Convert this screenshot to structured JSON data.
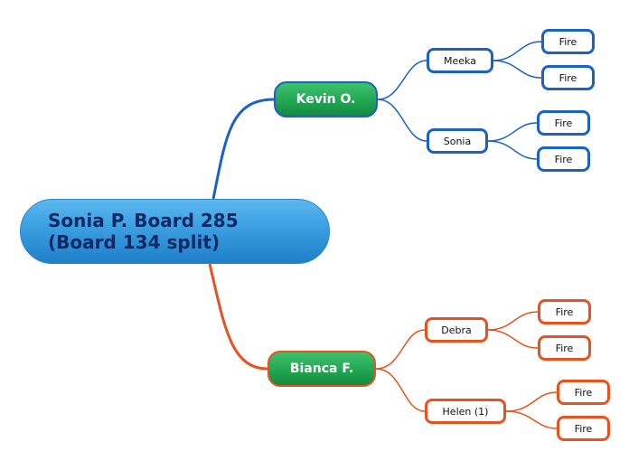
{
  "root": {
    "line1": "Sonia P. Board 285",
    "line2": "(Board 134 split)"
  },
  "branches": [
    {
      "label": "Kevin O.",
      "color": "#1a62c4",
      "children": [
        {
          "label": "Meeka",
          "children": [
            "Fire",
            "Fire"
          ]
        },
        {
          "label": "Sonia",
          "children": [
            "Fire",
            "Fire"
          ]
        }
      ]
    },
    {
      "label": "Bianca F.",
      "color": "#e8521f",
      "children": [
        {
          "label": "Debra",
          "children": [
            "Fire",
            "Fire"
          ]
        },
        {
          "label": "Helen (1)",
          "children": [
            "Fire",
            "Fire"
          ]
        }
      ]
    }
  ]
}
